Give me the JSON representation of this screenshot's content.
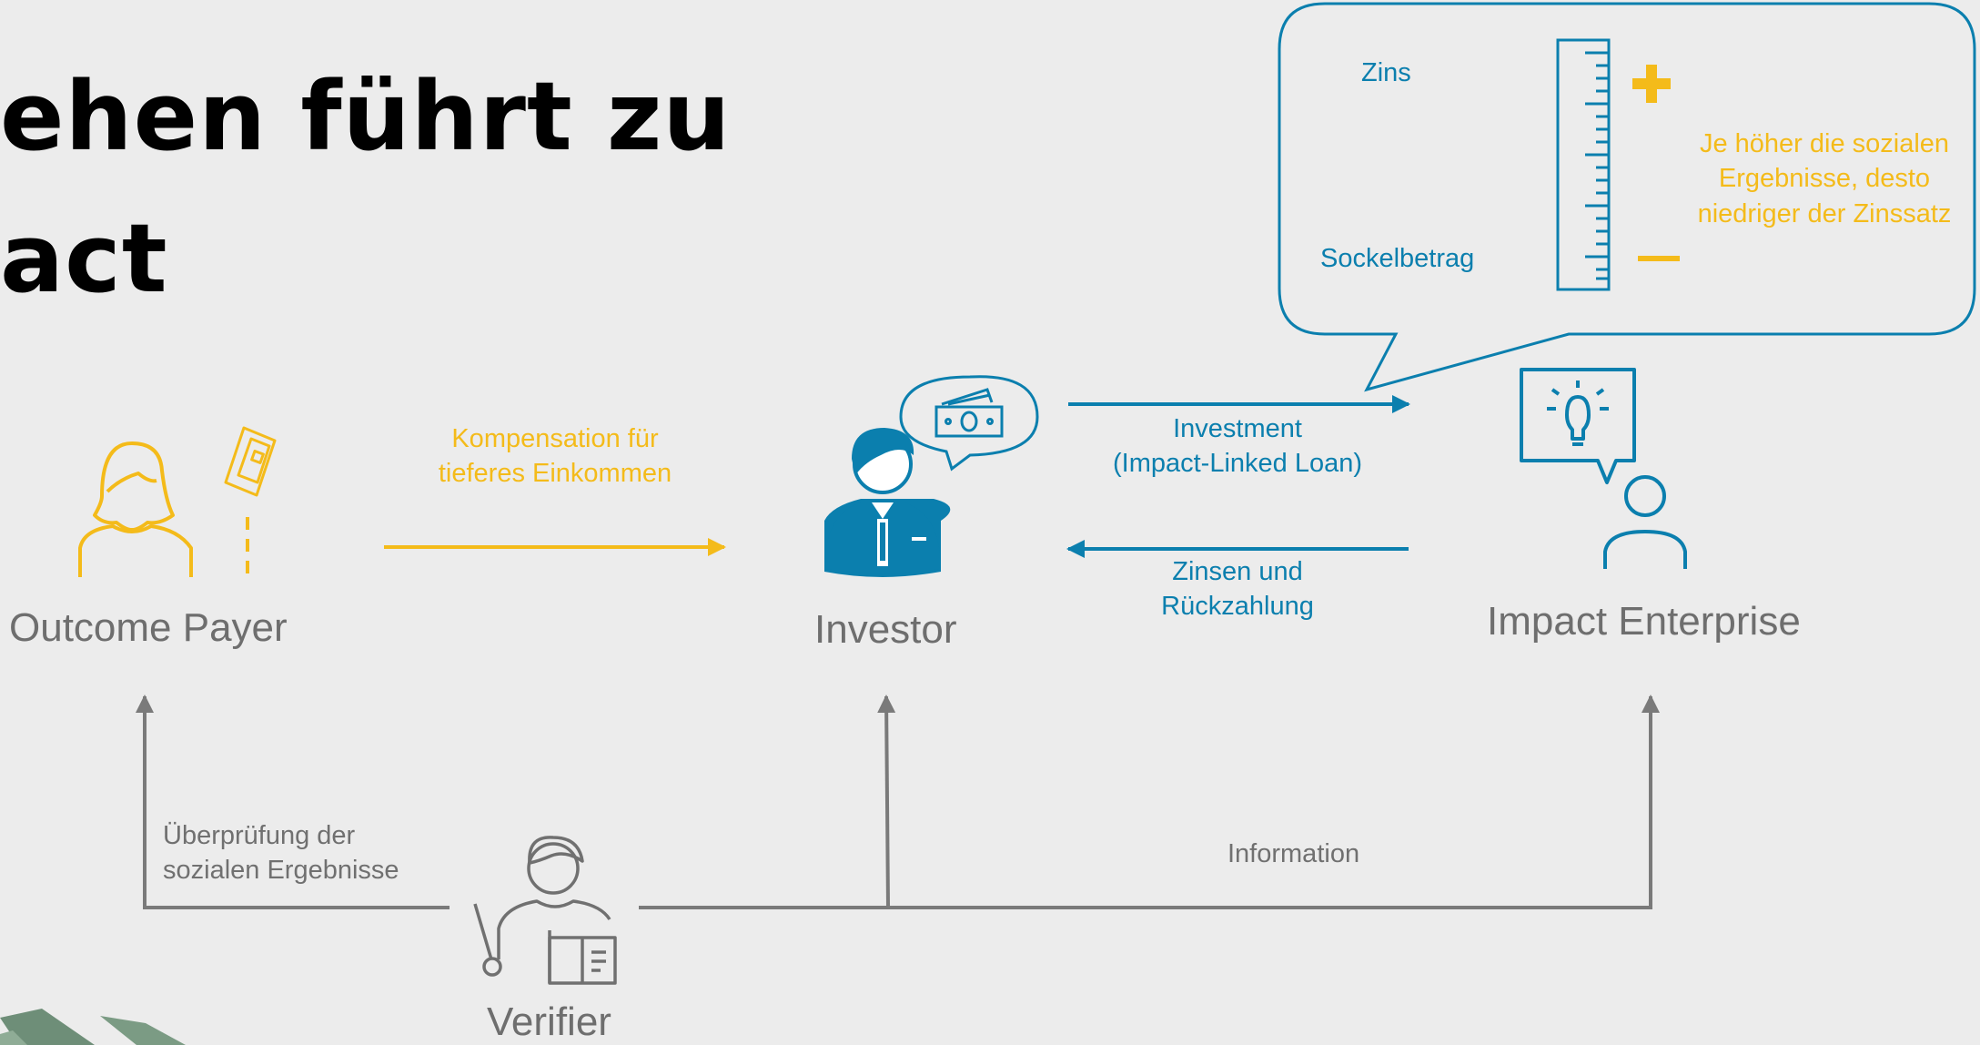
{
  "title": {
    "line1": "ehen führt zu",
    "line2": "act"
  },
  "nodes": {
    "outcome_payer": "Outcome Payer",
    "investor": "Investor",
    "impact_enterprise": "Impact Enterprise",
    "verifier": "Verifier"
  },
  "flows": {
    "compensation_line1": "Kompensation für",
    "compensation_line2": "tieferes Einkommen",
    "investment_line1": "Investment",
    "investment_line2": "(Impact-Linked Loan)",
    "repayment_line1": "Zinsen und",
    "repayment_line2": "Rückzahlung",
    "verification_line1": "Überprüfung der",
    "verification_line2": "sozialen Ergebnisse",
    "information": "Information"
  },
  "callout": {
    "zins": "Zins",
    "sockelbetrag": "Sockelbetrag",
    "note_line1": "Je höher die sozialen",
    "note_line2": "Ergebnisse, desto",
    "note_line3": "niedriger der Zinssatz"
  },
  "colors": {
    "blue": "#0b7fae",
    "yellow": "#f4bb1a",
    "gray": "#707070",
    "background": "#ececec"
  }
}
